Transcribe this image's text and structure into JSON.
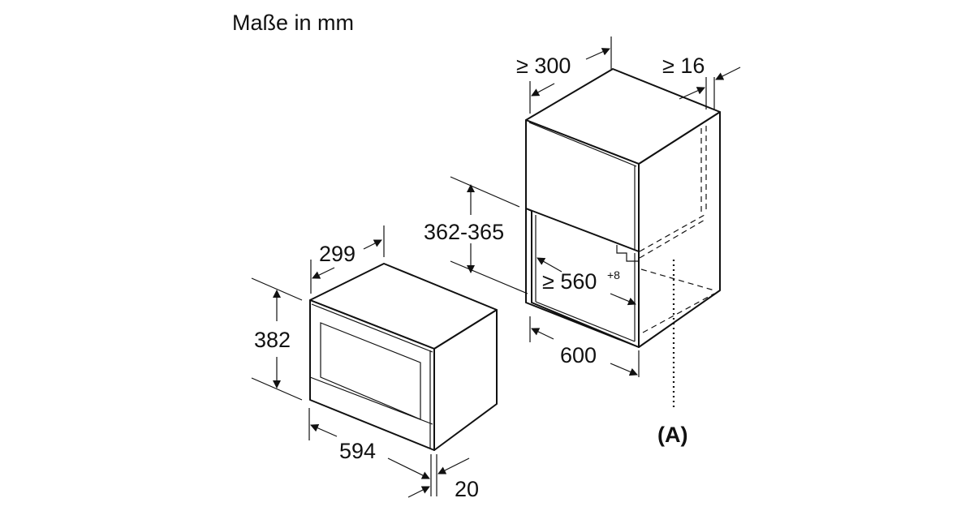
{
  "title": "Maße in mm",
  "appliance": {
    "height": "382",
    "depth": "299",
    "width": "594",
    "front_projection": "20"
  },
  "cabinet": {
    "top_depth": "≥ 300",
    "side_thickness": "≥ 16",
    "niche_height": "362-365",
    "niche_width": "≥ 560",
    "niche_width_tolerance": "+8",
    "cabinet_width": "600",
    "marker": "(A)"
  }
}
